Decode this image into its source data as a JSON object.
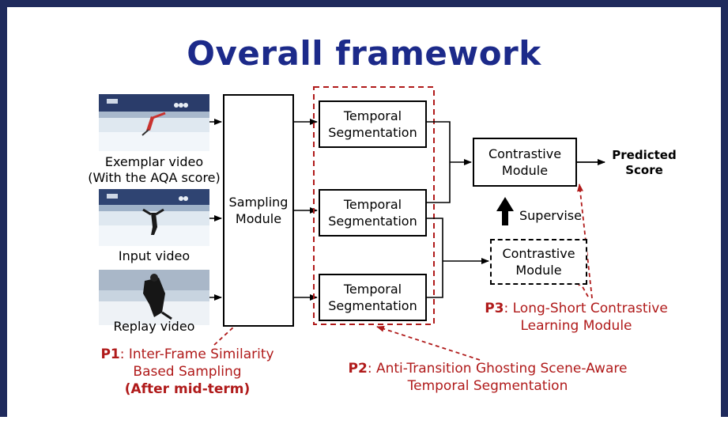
{
  "title": "Overall framework",
  "videos": {
    "exemplar": {
      "caption_line1": "Exemplar video",
      "caption_line2": "(With the AQA score)"
    },
    "input": {
      "caption": "Input video"
    },
    "replay": {
      "caption": "Replay video"
    }
  },
  "modules": {
    "sampling": "Sampling\nModule",
    "temporal_1": "Temporal\nSegmentation",
    "temporal_2": "Temporal\nSegmentation",
    "temporal_3": "Temporal\nSegmentation",
    "contrastive_main": "Contrastive\nModule",
    "contrastive_aux": "Contrastive\nModule"
  },
  "supervise_label": "Supervise",
  "output_label": "Predicted\nScore",
  "notes": {
    "p1": {
      "tag": "P1",
      "line1": ": Inter-Frame Similarity",
      "line2": "Based Sampling",
      "line3": "(After mid-term)"
    },
    "p2": {
      "tag": "P2",
      "line1": ": Anti-Transition Ghosting Scene-Aware",
      "line2": "Temporal Segmentation"
    },
    "p3": {
      "tag": "P3",
      "line1": ": Long-Short Contrastive",
      "line2": "Learning Module"
    }
  },
  "colors": {
    "frame": "#1f2a5c",
    "title": "#1c2a8a",
    "annotation": "#b01a1a"
  }
}
